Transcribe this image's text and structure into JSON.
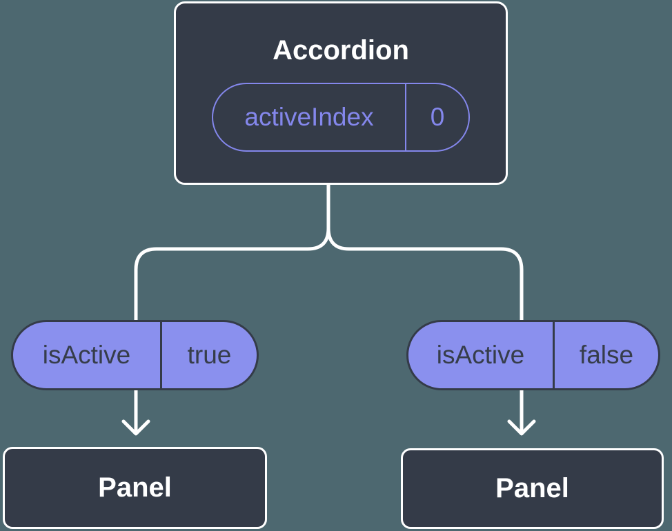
{
  "diagram": {
    "root": {
      "title": "Accordion",
      "prop": {
        "name": "activeIndex",
        "value": "0"
      }
    },
    "branches": [
      {
        "state": {
          "name": "isActive",
          "value": "true"
        },
        "target": "Panel"
      },
      {
        "state": {
          "name": "isActive",
          "value": "false"
        },
        "target": "Panel"
      }
    ],
    "icons": {
      "left_branch_arrow": "arrow-down-icon",
      "right_branch_arrow": "arrow-down-icon"
    }
  },
  "colors": {
    "background": "#4D6870",
    "node_fill": "#343B48",
    "node_border": "#FFFFFF",
    "pill_fill": "#8A90EE",
    "pill_dark": "#343B48",
    "pill_text": "#363D4A",
    "purple_line": "#8487EC",
    "connector": "#FFFFFF",
    "title_text": "#FFFFFF"
  }
}
